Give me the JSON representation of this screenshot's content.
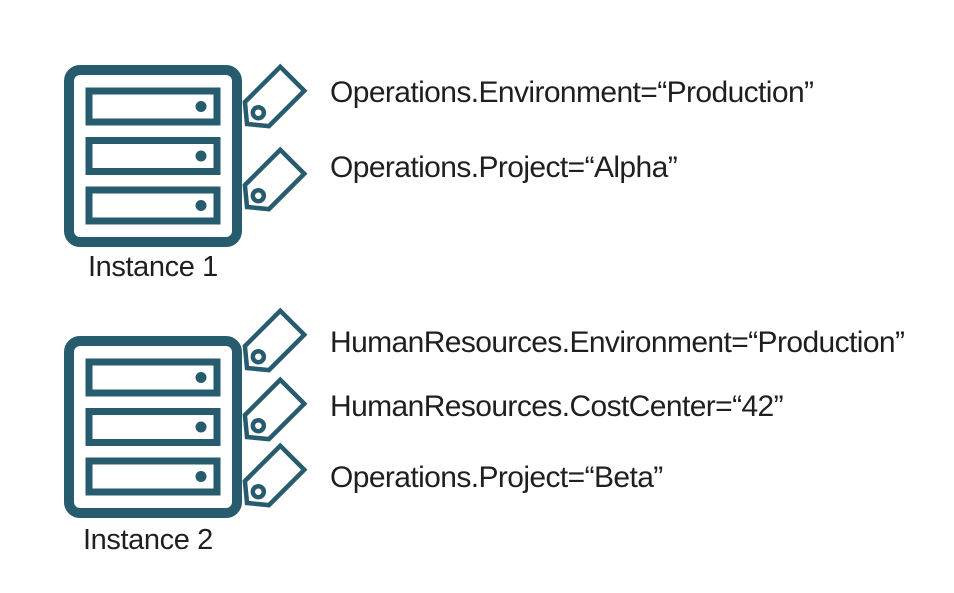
{
  "diagram": {
    "accent_color": "#275b6e",
    "text_color": "#1f1f1f",
    "background_color": "#ffffff",
    "instances": [
      {
        "label": "Instance 1",
        "icon": "server-icon",
        "tags": [
          "Operations.Environment=“Production”",
          "Operations.Project=“Alpha”"
        ]
      },
      {
        "label": "Instance 2",
        "icon": "server-icon",
        "tags": [
          "HumanResources.Environment=“Production”",
          "HumanResources.CostCenter=“42”",
          "Operations.Project=“Beta”"
        ]
      }
    ]
  }
}
